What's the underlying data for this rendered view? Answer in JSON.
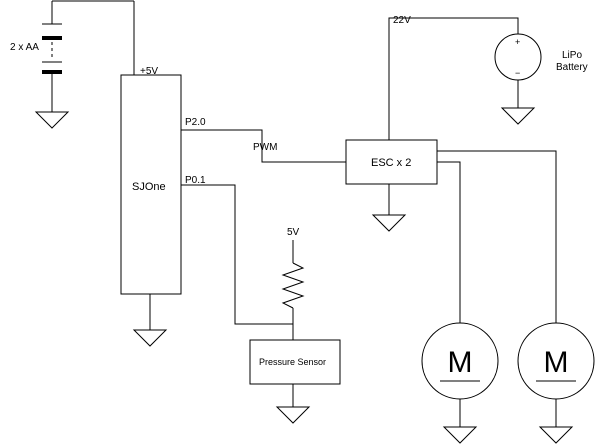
{
  "diagram": {
    "battery_aa": {
      "label": "2 x AA"
    },
    "lipo": {
      "label_line1": "LiPo",
      "label_line2": "Battery",
      "plus": "+",
      "minus": "−",
      "voltage": "22V"
    },
    "sjone": {
      "name": "SJOne",
      "supply": "+5V",
      "pin_pwm": "P2.0",
      "pin_sensor": "P0.1"
    },
    "pwm_label": "PWM",
    "esc": {
      "label": "ESC x 2"
    },
    "sensor": {
      "label": "Pressure Sensor",
      "supply": "5V"
    },
    "motors": [
      {
        "label": "M"
      },
      {
        "label": "M"
      }
    ]
  }
}
